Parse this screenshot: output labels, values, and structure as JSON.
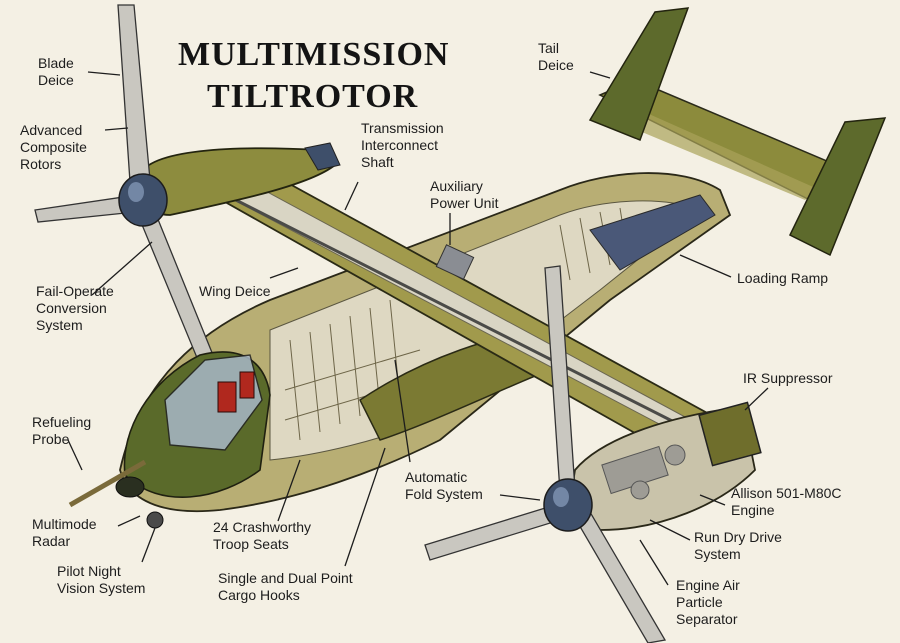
{
  "title": {
    "line1": "MULTIMISSION",
    "line2": "TILTROTOR"
  },
  "labels": {
    "blade_deice": "Blade\nDeice",
    "advanced_composite_rotors": "Advanced\nComposite\nRotors",
    "fail_operate_conversion_system": "Fail-Operate\nConversion\nSystem",
    "refueling_probe": "Refueling\nProbe",
    "multimode_radar": "Multimode\nRadar",
    "pilot_night_vision_system": "Pilot Night\nVision System",
    "crashworthy_troop_seats": "24 Crashworthy\nTroop Seats",
    "cargo_hooks": "Single and Dual Point\nCargo Hooks",
    "wing_deice": "Wing Deice",
    "transmission_interconnect_shaft": "Transmission\nInterconnect\nShaft",
    "auxiliary_power_unit": "Auxiliary\nPower Unit",
    "tail_deice": "Tail\nDeice",
    "loading_ramp": "Loading Ramp",
    "ir_suppressor": "IR Suppressor",
    "automatic_fold_system": "Automatic\nFold System",
    "engine": "Allison 501-M80C\nEngine",
    "run_dry_drive_system": "Run Dry Drive\nSystem",
    "engine_air_particle_separator": "Engine Air\nParticle\nSeparator"
  },
  "colors": {
    "background": "#f4f0e4",
    "olive": "#8c8b3c",
    "olive_dark": "#4e5a24",
    "khaki": "#b9aa5f",
    "metal": "#c9c6bd",
    "steel_blue": "#3e4f6a",
    "red_seat": "#b0281e"
  }
}
